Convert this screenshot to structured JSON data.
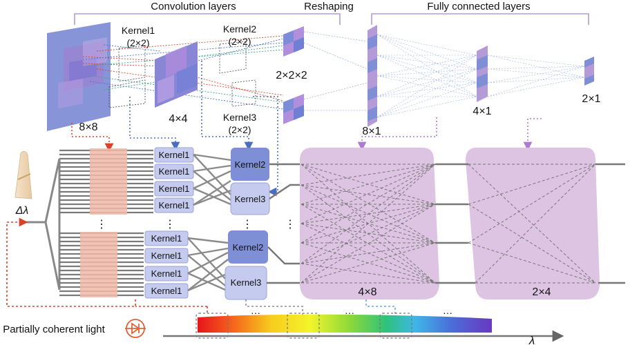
{
  "section_labels": {
    "conv": "Convolution layers",
    "reshaping": "Reshaping",
    "fc": "Fully connected layers"
  },
  "kernels": {
    "k1_title": "Kernel1",
    "k1_size": "(2×2)",
    "k2_title": "Kernel2",
    "k2_size": "(2×2)",
    "k3_title": "Kernel3",
    "k3_size": "(2×2)"
  },
  "sizes": {
    "input": "8×8",
    "conv_out": "4×4",
    "reshape": "2×2×2",
    "fc_in": "8×1",
    "fc_hidden": "4×1",
    "fc_out": "2×1",
    "fc1_matrix": "4×8",
    "fc2_matrix": "2×4"
  },
  "chip": {
    "kernel1": "Kernel1",
    "kernel2": "Kernel2",
    "kernel3": "Kernel3",
    "ellipsis": "⋮"
  },
  "source": {
    "delta_lambda": "Δλ",
    "light_label": "Partially coherent light",
    "lambda_axis": "λ",
    "spectrum_ellipsis": "···"
  },
  "icons": [
    "crystal-filter-icon",
    "diode-source-icon"
  ],
  "colors": {
    "purple": "#b49ad6",
    "blue": "#7e8fd6",
    "kernel_box": "#c5cbef",
    "fc_region": "#ddc4e3",
    "red_dotted": "#d9432a",
    "blue_dotted": "#4a6fc1",
    "purple_dotted": "#b07ad4"
  }
}
